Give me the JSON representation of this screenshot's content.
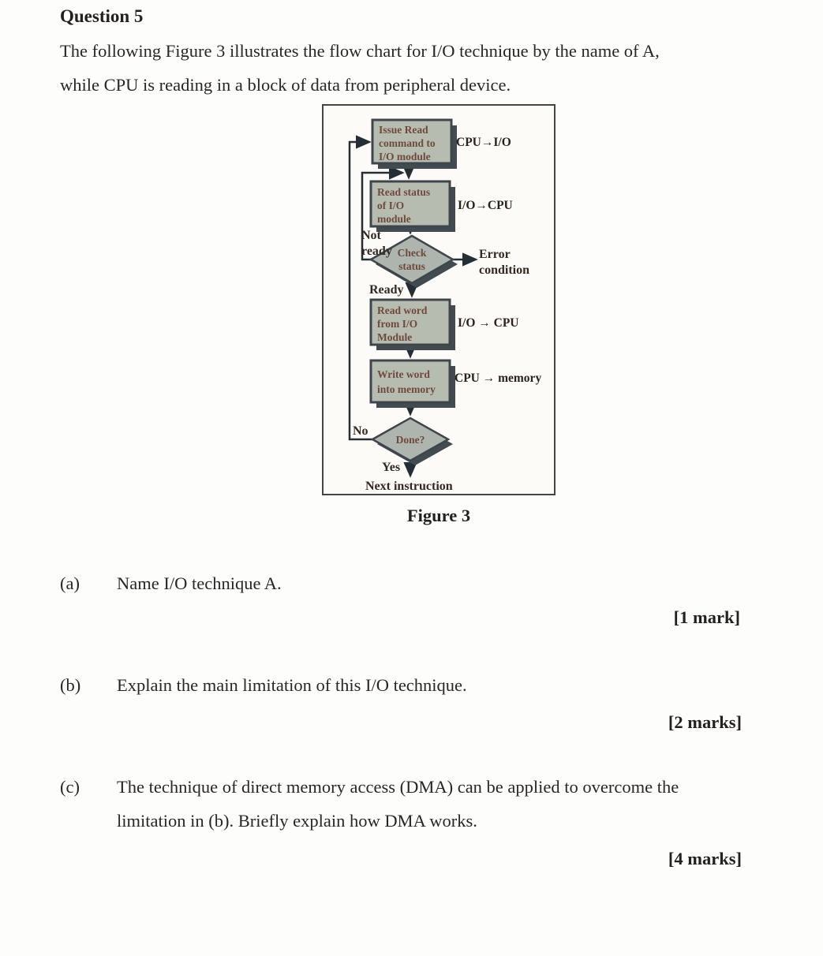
{
  "header": {
    "title": "Question 5"
  },
  "intro": {
    "line1": "The following Figure 3 illustrates the flow chart for I/O technique by the name of A,",
    "line2": "while CPU is reading in a block of data from peripheral device."
  },
  "figure": {
    "caption": "Figure 3",
    "colors": {
      "box_fill": "#b7bcb1",
      "diamond_fill": "#aeb5ae",
      "shape_border": "#3e464b",
      "shadow": "#414b50",
      "box_text": "#6e4a3c",
      "label_text": "#2b211d",
      "arrow": "#242e35"
    },
    "boxes": [
      {
        "lines": [
          "Issue Read",
          "command to",
          "I/O module"
        ],
        "side_label": "CPU→I/O"
      },
      {
        "lines": [
          "Read status",
          "of I/O",
          "module"
        ],
        "side_label": "I/O→CPU"
      },
      {
        "lines": [
          "Read word",
          "from I/O",
          "Module"
        ],
        "side_label": "I/O → CPU"
      },
      {
        "lines": [
          "Write word",
          "into memory"
        ],
        "side_label": "CPU → memory"
      }
    ],
    "decisions": [
      {
        "lines": [
          "Check",
          "status"
        ]
      },
      {
        "lines": [
          "Done?"
        ]
      }
    ],
    "labels": {
      "not_ready_1": "Not",
      "not_ready_2": "ready",
      "ready": "Ready",
      "error_1": "Error",
      "error_2": "condition",
      "no": "No",
      "yes": "Yes",
      "next_instruction": "Next instruction"
    }
  },
  "parts": [
    {
      "label": "(a)",
      "text": "Name I/O technique A.",
      "marks": "[1 mark]"
    },
    {
      "label": "(b)",
      "text": "Explain the main limitation of this I/O technique.",
      "marks": "[2 marks]"
    },
    {
      "label": "(c)",
      "text_lines": [
        "The technique of direct memory access (DMA) can be applied to overcome the",
        "limitation in (b). Briefly explain how DMA works."
      ],
      "marks": "[4 marks]"
    }
  ]
}
